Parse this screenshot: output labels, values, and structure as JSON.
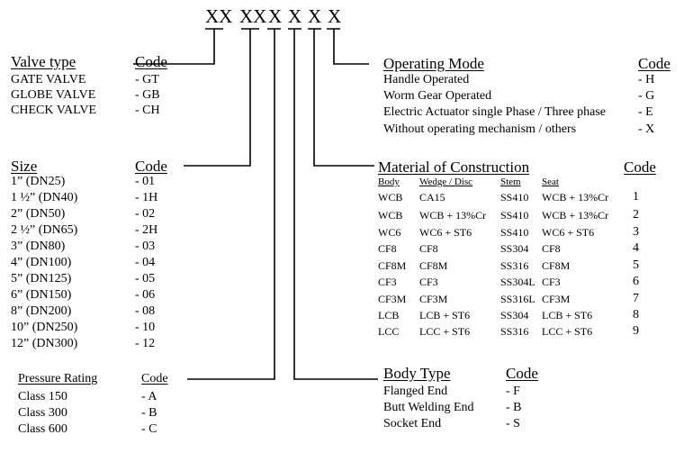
{
  "code_segments": [
    "XX",
    "XX",
    "X",
    "X",
    "X",
    "X"
  ],
  "valve_type": {
    "title": "Valve type",
    "code_header": "Code",
    "rows": [
      {
        "label": "GATE VALVE",
        "code": "- GT"
      },
      {
        "label": "GLOBE VALVE",
        "code": "- GB"
      },
      {
        "label": "CHECK VALVE",
        "code": "- CH"
      }
    ]
  },
  "size": {
    "title": "Size",
    "code_header": "Code",
    "rows": [
      {
        "label": "1”   (DN25)",
        "code": "- 01"
      },
      {
        "label": "1 ½” (DN40)",
        "code": "- 1H"
      },
      {
        "label": "2”     (DN50)",
        "code": "- 02"
      },
      {
        "label": "2 ½” (DN65)",
        "code": "- 2H"
      },
      {
        "label": "3”     (DN80)",
        "code": "- 03"
      },
      {
        "label": "4”   (DN100)",
        "code": "- 04"
      },
      {
        "label": "5”   (DN125)",
        "code": "- 05"
      },
      {
        "label": "6”   (DN150)",
        "code": "- 06"
      },
      {
        "label": "8”   (DN200)",
        "code": "- 08"
      },
      {
        "label": "10”  (DN250)",
        "code": "- 10"
      },
      {
        "label": "12” (DN300)",
        "code": "- 12"
      }
    ]
  },
  "pressure_rating": {
    "title": "Pressure Rating",
    "code_header": "Code",
    "rows": [
      {
        "label": "Class 150",
        "code": "- A"
      },
      {
        "label": "Class 300",
        "code": "- B"
      },
      {
        "label": "Class 600",
        "code": "- C"
      }
    ]
  },
  "operating_mode": {
    "title": "Operating Mode",
    "code_header": "Code",
    "rows": [
      {
        "label": "Handle Operated",
        "code": "- H"
      },
      {
        "label": "Worm Gear Operated",
        "code": "- G"
      },
      {
        "label": "Electric Actuator single Phase / Three phase",
        "code": "- E"
      },
      {
        "label": "Without operating mechanism / others",
        "code": "- X"
      }
    ]
  },
  "material": {
    "title": "Material of Construction",
    "code_header": "Code",
    "columns": [
      "Body",
      "Wedge / Disc",
      "Stem",
      "Seat"
    ],
    "rows": [
      {
        "body": "WCB",
        "wedge": "CA15",
        "stem": "SS410",
        "seat": "WCB + 13%Cr",
        "code": "1"
      },
      {
        "body": "WCB",
        "wedge": "WCB + 13%Cr",
        "stem": "SS410",
        "seat": "WCB + 13%Cr",
        "code": "2"
      },
      {
        "body": "WC6",
        "wedge": "WC6 + ST6",
        "stem": "SS410",
        "seat": "WC6 + ST6",
        "code": "3"
      },
      {
        "body": "CF8",
        "wedge": "CF8",
        "stem": "SS304",
        "seat": "CF8",
        "code": "4"
      },
      {
        "body": "CF8M",
        "wedge": "CF8M",
        "stem": "SS316",
        "seat": "CF8M",
        "code": "5"
      },
      {
        "body": "CF3",
        "wedge": "CF3",
        "stem": "SS304L",
        "seat": "CF3",
        "code": "6"
      },
      {
        "body": "CF3M",
        "wedge": "CF3M",
        "stem": "SS316L",
        "seat": "CF3M",
        "code": "7"
      },
      {
        "body": "LCB",
        "wedge": "LCB + ST6",
        "stem": "SS304",
        "seat": "LCB + ST6",
        "code": "8"
      },
      {
        "body": "LCC",
        "wedge": "LCC + ST6",
        "stem": "SS316",
        "seat": "LCC + ST6",
        "code": "9"
      }
    ]
  },
  "body_type": {
    "title": "Body Type",
    "code_header": "Code",
    "rows": [
      {
        "label": "Flanged End",
        "code": "- F"
      },
      {
        "label": "Butt Welding End",
        "code": "- B"
      },
      {
        "label": "Socket End",
        "code": "- S"
      }
    ]
  }
}
